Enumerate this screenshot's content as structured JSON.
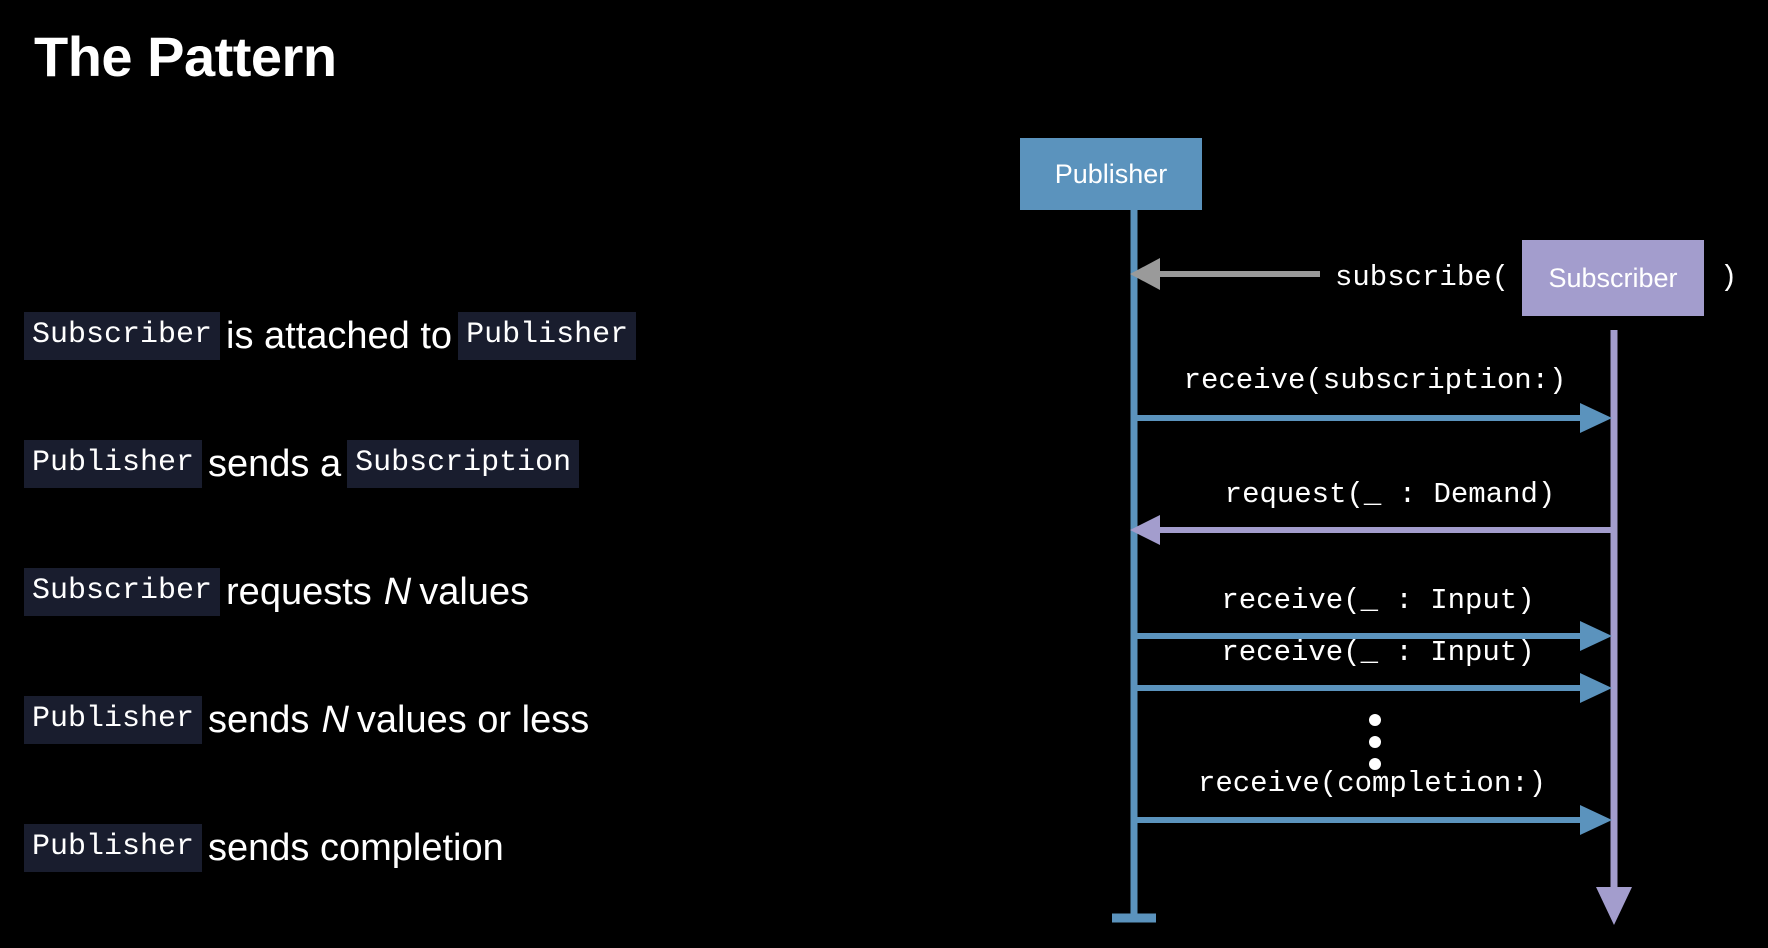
{
  "slide": {
    "title": "The Pattern",
    "background": "#000000"
  },
  "colors": {
    "publisher_box": "#5b93bd",
    "subscriber_box": "#a39dcd",
    "publisher_line": "#5b93bd",
    "subscriber_line": "#a39dcd",
    "gray_arrow": "#9a9a9a",
    "code_background": "#191d2e",
    "text": "#ffffff"
  },
  "bullets": [
    {
      "id": "bullet-subscriber-attached",
      "parts": [
        {
          "type": "code",
          "text": "Subscriber"
        },
        {
          "type": "plain",
          "text": "is attached to"
        },
        {
          "type": "code",
          "text": "Publisher"
        }
      ]
    },
    {
      "id": "bullet-publisher-sends-subscription",
      "parts": [
        {
          "type": "code",
          "text": "Publisher"
        },
        {
          "type": "plain",
          "text": "sends a"
        },
        {
          "type": "code",
          "text": "Subscription"
        }
      ]
    },
    {
      "id": "bullet-subscriber-requests-n",
      "parts": [
        {
          "type": "code",
          "text": "Subscriber"
        },
        {
          "type": "plain",
          "text": "requests"
        },
        {
          "type": "em",
          "text": "N"
        },
        {
          "type": "plain",
          "text": "values"
        }
      ]
    },
    {
      "id": "bullet-publisher-sends-n-values",
      "parts": [
        {
          "type": "code",
          "text": "Publisher"
        },
        {
          "type": "plain",
          "text": "sends"
        },
        {
          "type": "em",
          "text": "N"
        },
        {
          "type": "plain",
          "text": "values or less"
        }
      ]
    },
    {
      "id": "bullet-publisher-sends-completion",
      "parts": [
        {
          "type": "code",
          "text": "Publisher"
        },
        {
          "type": "plain",
          "text": "sends completion"
        }
      ]
    }
  ],
  "diagram": {
    "type": "sequence",
    "participants": [
      {
        "id": "publisher",
        "label": "Publisher",
        "color": "#5b93bd"
      },
      {
        "id": "subscriber",
        "label": "Subscriber",
        "color": "#a39dcd"
      }
    ],
    "messages": [
      {
        "id": "msg-subscribe",
        "label_before": "subscribe(",
        "label_after": ")",
        "inline_participant": "Subscriber",
        "from": "subscriber",
        "to": "publisher",
        "direction": "left",
        "color": "#9a9a9a"
      },
      {
        "id": "msg-receive-subscription",
        "label": "receive(subscription:)",
        "from": "publisher",
        "to": "subscriber",
        "direction": "right",
        "color": "#5b93bd"
      },
      {
        "id": "msg-request-demand",
        "label": "request(_ : Demand)",
        "from": "subscriber",
        "to": "publisher",
        "direction": "left",
        "color": "#a39dcd"
      },
      {
        "id": "msg-receive-input-1",
        "label": "receive(_ : Input)",
        "from": "publisher",
        "to": "subscriber",
        "direction": "right",
        "color": "#5b93bd"
      },
      {
        "id": "msg-receive-input-2",
        "label": "receive(_ : Input)",
        "from": "publisher",
        "to": "subscriber",
        "direction": "right",
        "color": "#5b93bd"
      },
      {
        "id": "msg-ellipsis",
        "label": "⋮",
        "from": "publisher",
        "to": "subscriber",
        "direction": "none",
        "color": "#ffffff"
      },
      {
        "id": "msg-receive-completion",
        "label": "receive(completion:)",
        "from": "publisher",
        "to": "subscriber",
        "direction": "right",
        "color": "#5b93bd"
      }
    ]
  }
}
